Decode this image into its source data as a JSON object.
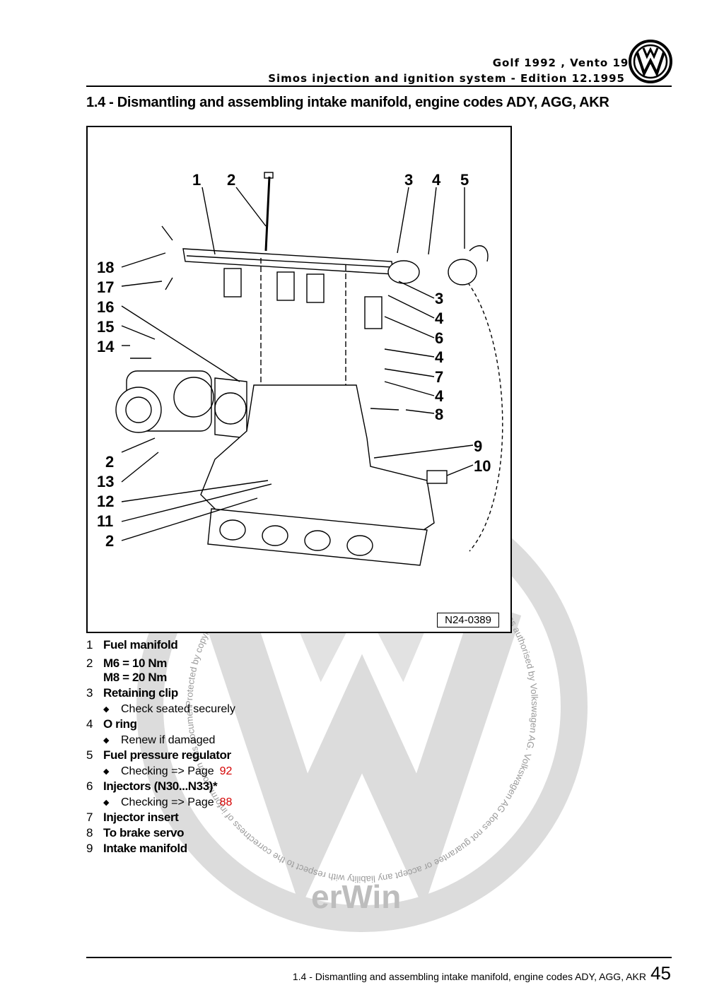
{
  "header": {
    "line1": "Golf 1992 , Vento 1992 ➤",
    "line2": "Simos injection and ignition system - Edition 12.1995"
  },
  "section_title": "1.4 - Dismantling and assembling intake manifold, engine codes ADY, AGG, AKR",
  "figure": {
    "reference": "N24-0389",
    "callouts_top": [
      "1",
      "2",
      "3",
      "4",
      "5"
    ],
    "callouts_left": [
      "18",
      "17",
      "16",
      "15",
      "14",
      "2",
      "13",
      "12",
      "11",
      "2"
    ],
    "callouts_right": [
      "3",
      "4",
      "6",
      "4",
      "7",
      "4",
      "8",
      "9",
      "10"
    ]
  },
  "legend": [
    {
      "num": "1",
      "label": "Fuel manifold"
    },
    {
      "num": "2",
      "label": "M6 = 10 Nm",
      "label2": "M8 = 20 Nm"
    },
    {
      "num": "3",
      "label": "Retaining clip",
      "sub": "Check seated securely"
    },
    {
      "num": "4",
      "label": "O ring",
      "sub": "Renew if damaged"
    },
    {
      "num": "5",
      "label": "Fuel pressure regulator",
      "sub": "Checking => Page",
      "page": "92"
    },
    {
      "num": "6",
      "label": "Injectors (N30...N33)*",
      "sub": "Checking => Page",
      "page": "88"
    },
    {
      "num": "7",
      "label": "Injector insert"
    },
    {
      "num": "8",
      "label": "To brake servo"
    },
    {
      "num": "9",
      "label": "Intake manifold"
    }
  ],
  "watermark": {
    "ring_text": "Protected by copyright. Copying for private or commercial purposes, in part or in whole, is not permitted unless authorised by Volkswagen AG. Volkswagen AG does not guarantee or accept any liability with respect to the correctness of information in this document. Copyright by Volkswagen AG.",
    "brand": "erWin"
  },
  "footer": {
    "text": "1.4 - Dismantling and assembling intake manifold, engine codes ADY, AGG, AKR",
    "page": "45"
  }
}
